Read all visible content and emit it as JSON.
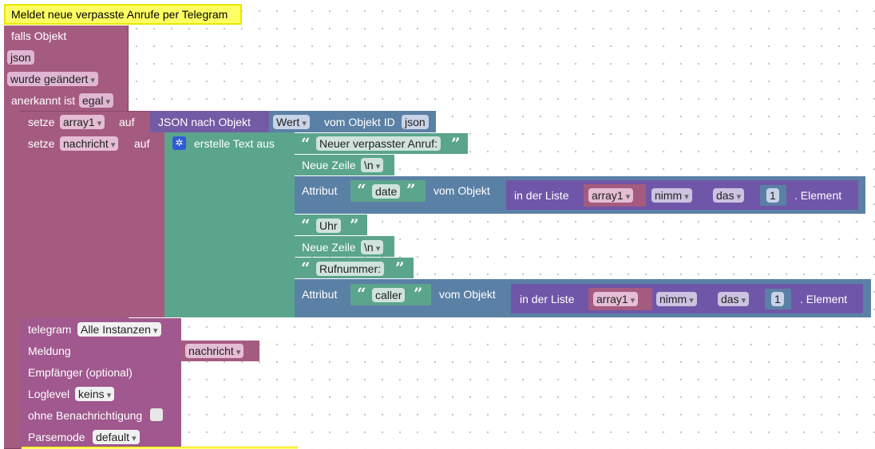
{
  "comment": "Meldet neue verpasste Anrufe per Telegram",
  "trigger": {
    "title": "falls Objekt",
    "object_id": "json",
    "event": "wurde geändert",
    "ack_label": "anerkannt ist",
    "ack_value": "egal"
  },
  "set1": {
    "label": "setze",
    "var": "array1",
    "on": "auf",
    "json_block": "JSON nach Objekt",
    "value_mode": "Wert",
    "obj_label": "vom Objekt ID",
    "obj_id": "json"
  },
  "set2": {
    "label": "setze",
    "var": "nachricht",
    "on": "auf",
    "text_block": "erstelle Text aus"
  },
  "text_items": {
    "str1": "Neuer verpasster Anruf:",
    "newline1_label": "Neue Zeile",
    "newline1_value": "\\n",
    "attr1_label": "Attribut",
    "attr1_key": "date",
    "attr1_from": "vom Objekt",
    "list1_label": "in der Liste",
    "list1_var": "array1",
    "list1_mode": "nimm",
    "list1_which": "das",
    "list1_index": "1",
    "list1_suffix": ". Element",
    "str2": "Uhr",
    "newline2_label": "Neue Zeile",
    "newline2_value": "\\n",
    "str3": "Rufnummer:",
    "attr2_label": "Attribut",
    "attr2_key": "caller",
    "attr2_from": "vom Objekt",
    "list2_label": "in der Liste",
    "list2_var": "array1",
    "list2_mode": "nimm",
    "list2_which": "das",
    "list2_index": "1",
    "list2_suffix": ". Element"
  },
  "telegram": {
    "label": "telegram",
    "instance": "Alle Instanzen",
    "message_label": "Meldung",
    "message_var": "nachricht",
    "recipient_label": "Empfänger (optional)",
    "loglevel_label": "Loglevel",
    "loglevel_value": "keins",
    "silent_label": "ohne Benachrichtigung",
    "parsemode_label": "Parsemode",
    "parsemode_value": "default"
  },
  "colors": {
    "trigger": "#a55b80",
    "variable": "#a55b80",
    "object": "#5b80a5",
    "text": "#5ba58c",
    "list": "#745ba5",
    "comment": "#ffff64"
  },
  "icons": [
    "gear-icon"
  ]
}
